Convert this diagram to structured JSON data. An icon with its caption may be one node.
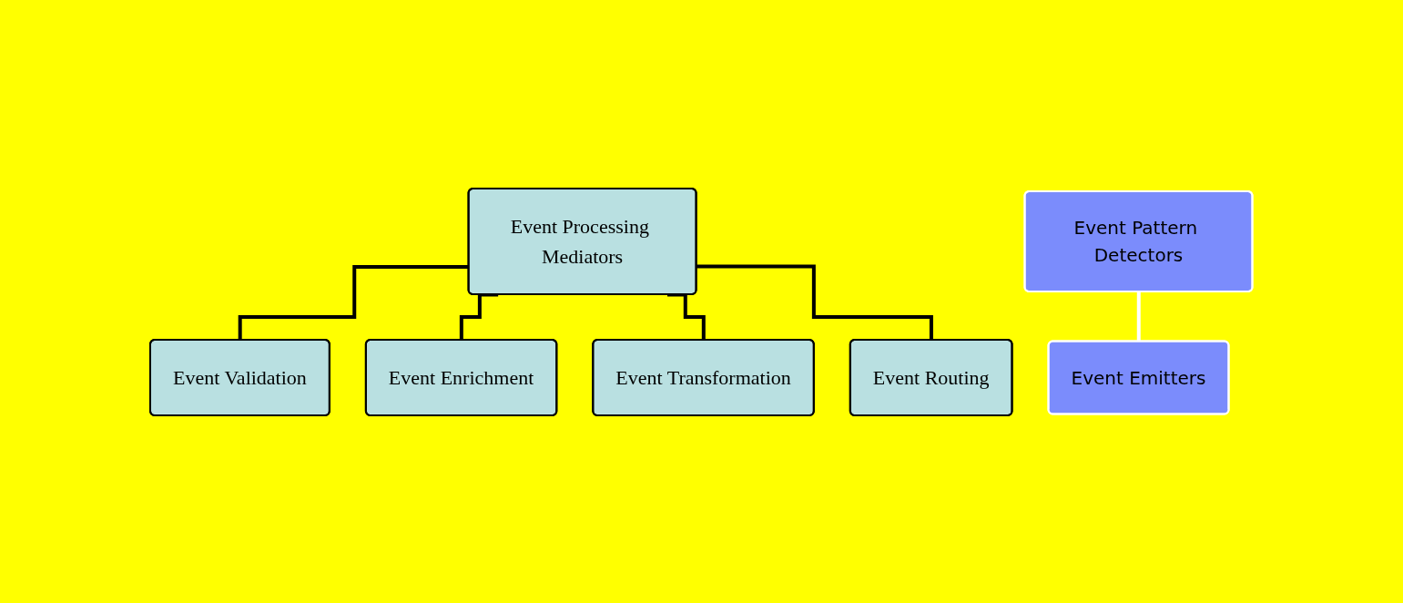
{
  "diagram": {
    "nodes": [
      {
        "text": [
          "Event Processing Mediators"
        ]
      },
      {
        "text": [
          "Event Pattern Detectors"
        ]
      },
      {
        "text": [
          "Event Emitters"
        ]
      },
      {
        "text": [
          "Event Validation"
        ]
      },
      {
        "text": [
          "Event Enrichment"
        ]
      },
      {
        "text": [
          "Event Transformation"
        ]
      },
      {
        "text": [
          "Event Routing"
        ]
      }
    ],
    "edges": [
      {
        "from": 1,
        "to": 2,
        "arrow": "none",
        "color": "#ffffff"
      },
      {
        "from": 0,
        "to": 3,
        "arrow": "none"
      },
      {
        "from": 0,
        "to": 4,
        "arrow": "none"
      },
      {
        "from": 0,
        "to": 5,
        "arrow": "none"
      },
      {
        "from": 0,
        "to": 6,
        "arrow": "none"
      }
    ]
  }
}
